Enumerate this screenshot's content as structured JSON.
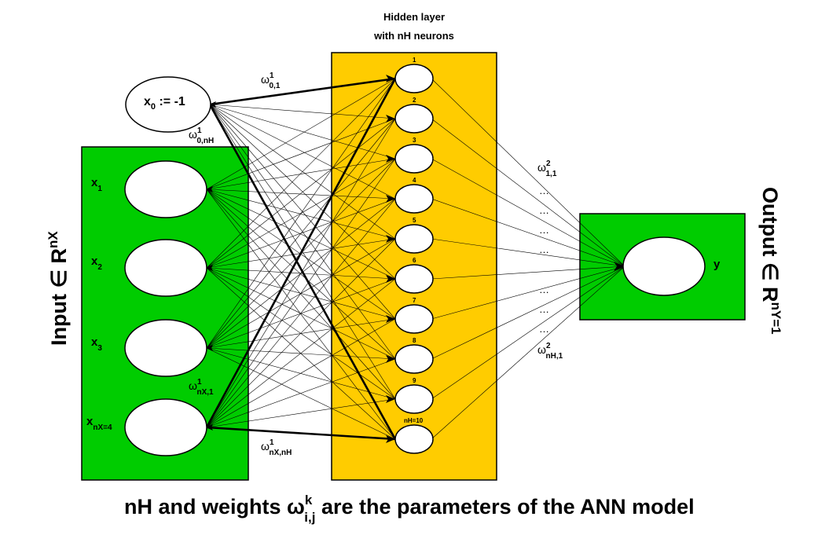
{
  "hidden_title": [
    "Hidden layer",
    "with nH neurons"
  ],
  "bias_label": {
    "main": "x",
    "sub": "0",
    "rest": " := -1"
  },
  "inputs": [
    {
      "main": "x",
      "sub": "1"
    },
    {
      "main": "x",
      "sub": "2"
    },
    {
      "main": "x",
      "sub": "3"
    },
    {
      "main": "x",
      "sub": "nX=4"
    }
  ],
  "hidden_neurons": [
    "1",
    "2",
    "3",
    "4",
    "5",
    "6",
    "7",
    "8",
    "9",
    "nH=10"
  ],
  "output_label": "y",
  "input_axis": {
    "main": "Input ∈ R",
    "sup": "nX"
  },
  "output_axis": {
    "main": "Output ∈ R",
    "sup": "nY=1"
  },
  "weights": {
    "w01": {
      "sym": "ω",
      "sup": "1",
      "sub": "0,1"
    },
    "w0nH": {
      "sym": "ω",
      "sup": "1",
      "sub": "0,nH"
    },
    "wnX1": {
      "sym": "ω",
      "sup": "1",
      "sub": "nX,1"
    },
    "wnXnH": {
      "sym": "ω",
      "sup": "1",
      "sub": "nX,nH"
    },
    "w211": {
      "sym": "ω",
      "sup": "2",
      "sub": "1,1"
    },
    "w2nH1": {
      "sym": "ω",
      "sup": "2",
      "sub": "nH,1"
    }
  },
  "ellipsis": "…",
  "caption": {
    "pre": "nH and weights ω",
    "sup": "k",
    "sub": "i,j",
    "post": " are the parameters of the ANN model"
  },
  "colors": {
    "input_panel": "#00CC00",
    "hidden_panel": "#FFCC00",
    "output_panel": "#00CC00",
    "node": "#FFFFFF",
    "line": "#000000"
  }
}
